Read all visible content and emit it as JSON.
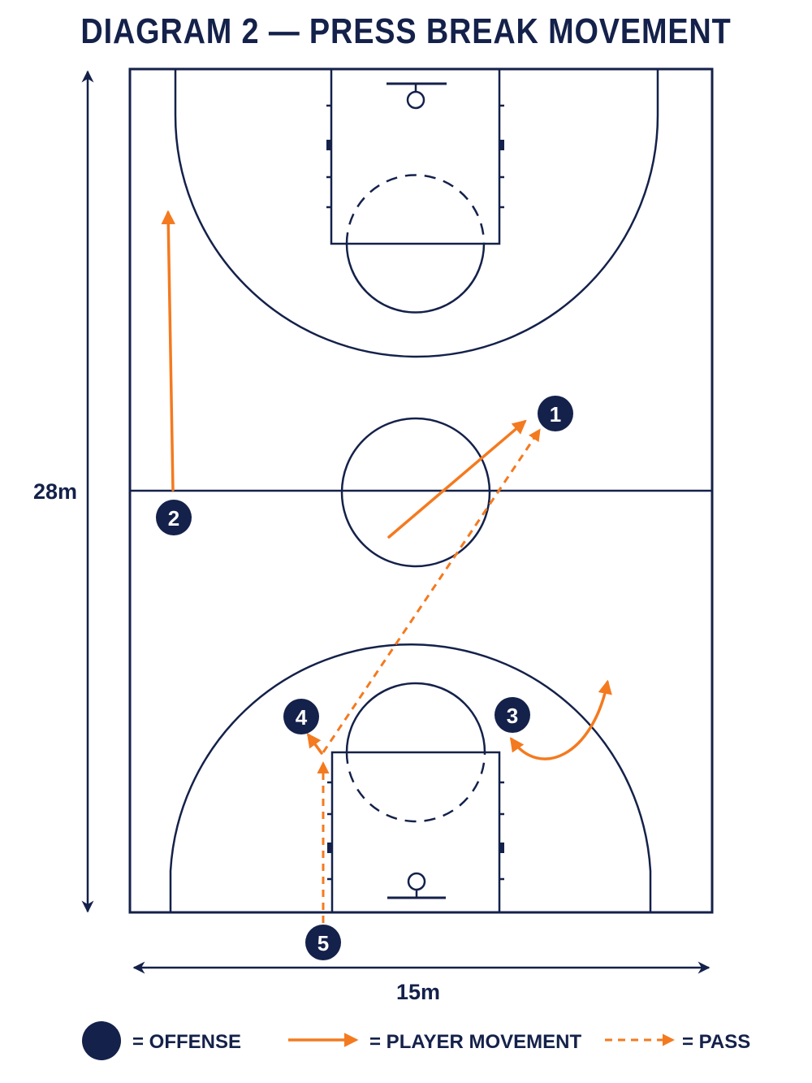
{
  "title": "DIAGRAM 2 — PRESS BREAK MOVEMENT",
  "dimensions": {
    "length": "28m",
    "width": "15m"
  },
  "players": [
    {
      "number": "1"
    },
    {
      "number": "2"
    },
    {
      "number": "3"
    },
    {
      "number": "4"
    },
    {
      "number": "5"
    }
  ],
  "legend": {
    "offense": "= OFFENSE",
    "movement": "= PLAYER MOVEMENT",
    "pass": "= PASS"
  },
  "colors": {
    "court_lines": "#14214a",
    "player_fill": "#14214a",
    "movement": "#f47a1f",
    "pass": "#f47a1f"
  }
}
